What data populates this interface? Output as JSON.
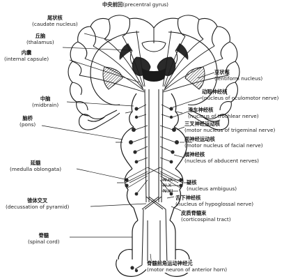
{
  "labels": {
    "precentral": {
      "zh": "中央前回",
      "en": "(precentral gyrus)"
    },
    "caudate": {
      "zh": "尾状核",
      "en": "(caudate nucleus)"
    },
    "thalamus": {
      "zh": "丘脑",
      "en": "(thalamus)"
    },
    "internal_capsule": {
      "zh": "内囊",
      "en": "(internal capsule)"
    },
    "lentiform": {
      "zh": "豆状核",
      "en": "(lentiform nucleus)"
    },
    "oculomotor": {
      "zh": "动眼神经核",
      "en": "(nucleus of oculomotor nerve)"
    },
    "midbrain": {
      "zh": "中脑",
      "en": "(midbrain)"
    },
    "trochlear": {
      "zh": "滑车神经核",
      "en": "(nucleus of trochlear nerve)"
    },
    "pons": {
      "zh": "脑桥",
      "en": "(pons)"
    },
    "trigeminal": {
      "zh": "三叉神经运动核",
      "en": "(motor nucleus of trigeminal nerve)"
    },
    "facial": {
      "zh": "面神经运动核",
      "en": "(motor nucleus of facial nerve)"
    },
    "abducent": {
      "zh": "展神经核",
      "en": "(nucleus of abducent nerves)"
    },
    "medulla": {
      "zh": "延髓",
      "en": "(medulla oblongata)"
    },
    "n_ix": "N.IX",
    "n_x": "N.X",
    "n_xi": "N.XI",
    "ambiguus": {
      "zh": "疑核",
      "en": "(nucleus ambiguus)"
    },
    "decussation": {
      "zh": "锥体交叉",
      "en": "(decussation of pyramid)"
    },
    "hypoglossal": {
      "zh": "舌下神经核",
      "en": "(nucleus of hypoglossal nerve)"
    },
    "corticospinal": {
      "zh": "皮质脊髓束",
      "en": "(corticospinal tract)"
    },
    "spinal_cord": {
      "zh": "脊髓",
      "en": "(spinal cord)"
    },
    "anterior_horn": {
      "zh": "脊髓前角运动神经元",
      "en": "(motor neuron of anterior horn)"
    }
  },
  "colors": {
    "ink": "#1a1a1a",
    "fill": "#2a2a2a",
    "paper": "#ffffff"
  }
}
